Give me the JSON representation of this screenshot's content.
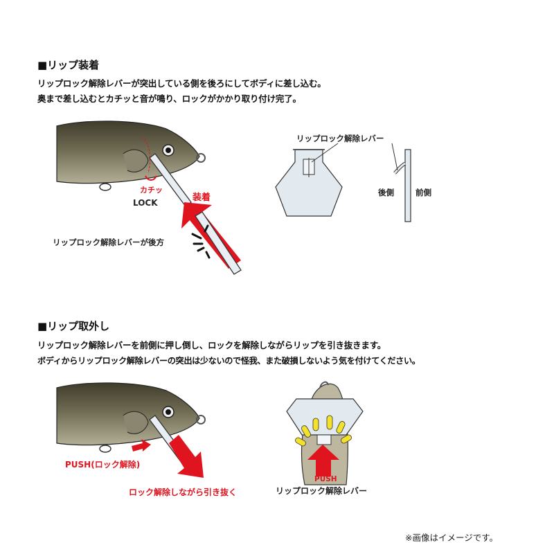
{
  "section1": {
    "title": "■リップ装着",
    "line1": "リップロック解除レバーが突出している側を後ろにしてボディに差し込む。",
    "line2": "奥まで差し込むとカチッと音が鳴り、ロックがかかり取り付け完了。",
    "label_kachi": "カチッ",
    "label_lock": "LOCK",
    "label_install": "装着",
    "label_lever_back": "リップロック解除レバーが後方",
    "label_lever": "リップロック解除レバー",
    "label_back": "後側",
    "label_front": "前側"
  },
  "section2": {
    "title": "■リップ取外し",
    "line1": "リップロック解除レバーを前側に押し倒し、ロックを解除しながらリップを引き抜きます。",
    "line2": "ボディからリップロック解除レバーの突出は少ないので怪我、また破損しないよう気を付けてください。",
    "label_push_unlock": "PUSH(ロック解除)",
    "label_pull": "ロック解除しながら引き抜く",
    "label_push": "PUSH",
    "label_lever": "リップロック解除レバー"
  },
  "footnote": "※画像はイメージです。",
  "colors": {
    "accent_red": "#e0141e",
    "fish_dark": "#4d4a3c",
    "fish_light": "#a8a48c",
    "lip_fill": "#dbe3ea",
    "highlight_yellow": "#f3e12a"
  }
}
